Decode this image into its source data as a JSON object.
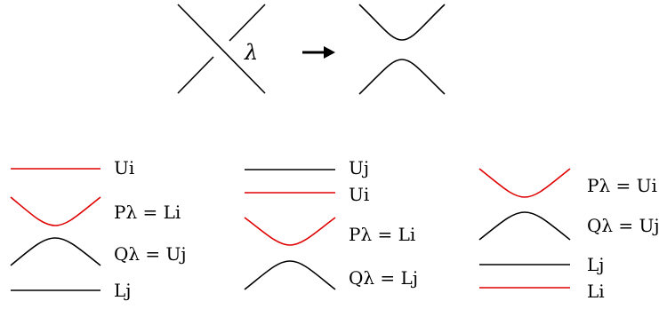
{
  "colors": {
    "red": "#e00000",
    "black": "#000000"
  },
  "top": {
    "crossing_label": "λ",
    "arrow": "→"
  },
  "panels": [
    {
      "items": [
        {
          "kind": "line",
          "color": "red",
          "label": "Ui"
        },
        {
          "kind": "cup",
          "color": "red",
          "label": "Pλ = Li"
        },
        {
          "kind": "cap",
          "color": "black",
          "label": "Qλ = Uj"
        },
        {
          "kind": "line",
          "color": "black",
          "label": "Lj"
        }
      ]
    },
    {
      "items": [
        {
          "kind": "line",
          "color": "black",
          "label": "Uj"
        },
        {
          "kind": "line",
          "color": "red",
          "label": "Ui"
        },
        {
          "kind": "cup",
          "color": "red",
          "label": "Pλ = Li"
        },
        {
          "kind": "cap",
          "color": "black",
          "label": "Qλ = Lj"
        }
      ]
    },
    {
      "items": [
        {
          "kind": "cup",
          "color": "red",
          "label": "Pλ = Ui"
        },
        {
          "kind": "cap",
          "color": "black",
          "label": "Qλ = Uj"
        },
        {
          "kind": "line",
          "color": "black",
          "label": "Lj"
        },
        {
          "kind": "line",
          "color": "red",
          "label": "Li"
        }
      ]
    }
  ]
}
